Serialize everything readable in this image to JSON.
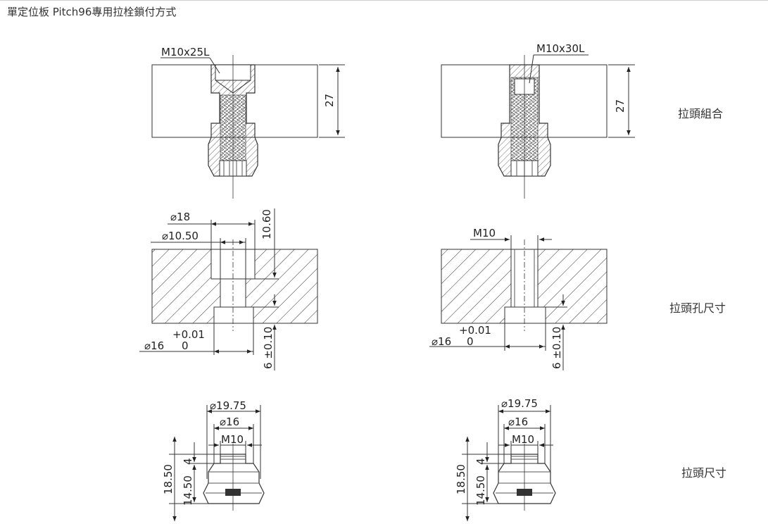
{
  "page": {
    "title": "單定位板 Pitch96專用拉栓鎖付方式"
  },
  "row_labels": {
    "assembly": "拉頭組合",
    "hole_size": "拉頭孔尺寸",
    "pull_stud_size": "拉頭尺寸"
  },
  "assembly": {
    "left": {
      "bolt": "M10x25L",
      "plate_thickness": "27"
    },
    "right": {
      "bolt": "M10x30L",
      "plate_thickness": "27"
    }
  },
  "hole": {
    "left": {
      "counterbore_dia": "18",
      "through_dia": "10.50",
      "counterbore_depth": "10.60",
      "bottom_dia": "16",
      "tol_upper": "+0.01",
      "tol_lower": "0",
      "bottom_depth": "6 ±0.10"
    },
    "right": {
      "thread": "M10",
      "bottom_dia": "16",
      "tol_upper": "+0.01",
      "tol_lower": "0",
      "bottom_depth": "6 ±0.10"
    }
  },
  "pull_stud": {
    "left": {
      "dia_outer": "19.75",
      "dia_mid": "16",
      "thread": "M10",
      "total_height": "18.50",
      "body_height": "14.50",
      "top_height": "4"
    },
    "right": {
      "dia_outer": "19.75",
      "dia_mid": "16",
      "thread": "M10",
      "total_height": "18.50",
      "body_height": "14.50",
      "top_height": "4"
    }
  },
  "symbols": {
    "diameter": "⌀"
  }
}
